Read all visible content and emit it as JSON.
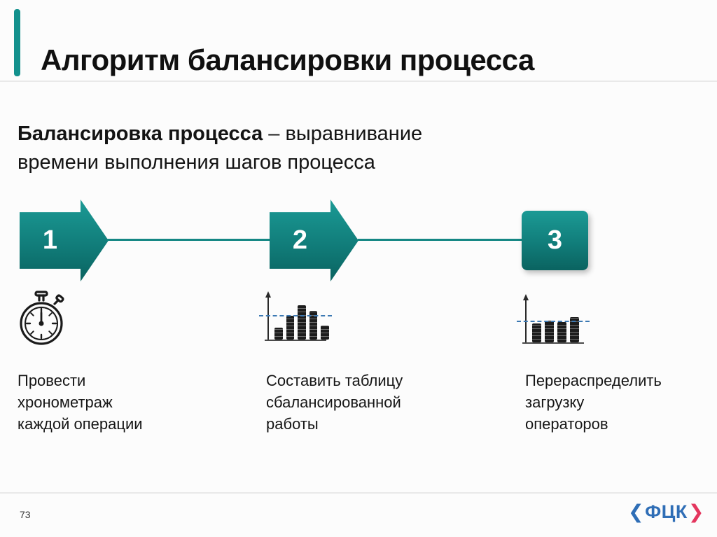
{
  "slide": {
    "title": "Алгоритм балансировки процесса",
    "subtitle_bold": "Балансировка процесса",
    "subtitle_rest": " – выравнивание времени выполнения шагов процесса",
    "page_number": "73"
  },
  "steps": [
    {
      "number": "1",
      "caption": "Провести хронометраж каждой операции",
      "icon": "stopwatch-icon"
    },
    {
      "number": "2",
      "caption": "Составить таблицу сбалансированной работы",
      "icon": "unbalanced-bars-chart-icon",
      "bars": [
        28,
        56,
        82,
        68,
        33
      ],
      "dash_level": 57
    },
    {
      "number": "3",
      "caption": "Перераспределить загрузку операторов",
      "icon": "balanced-bars-chart-icon",
      "bars": [
        45,
        52,
        49,
        60
      ],
      "dash_level": 50
    }
  ],
  "logo": {
    "left_bracket": "❮",
    "text": "ФЦК",
    "right_bracket": "❯",
    "blue": "#2f6eb6",
    "red": "#e4365e"
  },
  "colors": {
    "accent_teal": "#13918d",
    "teal_dark": "#0a6360",
    "connector": "#158784",
    "dash_blue": "#3c79b3"
  }
}
